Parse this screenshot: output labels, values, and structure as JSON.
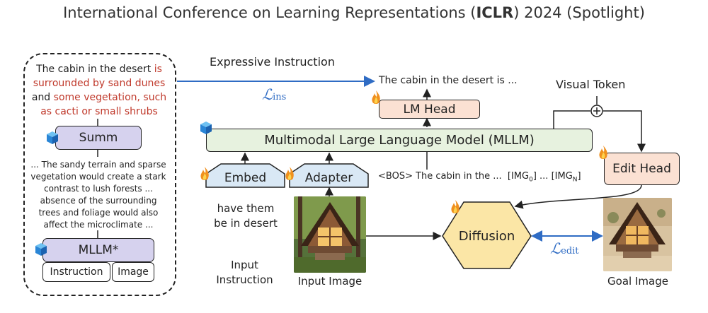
{
  "header": {
    "title_pre": "International Conference on Learning Representations (",
    "title_bold": "ICLR",
    "title_post": ") 2024 (Spotlight)"
  },
  "left_panel": {
    "caption_normal1": "The cabin in the desert ",
    "caption_red1": "is surrounded by sand dunes",
    "caption_normal2": " and ",
    "caption_red2": "some vegetation, such as cacti or small shrubs",
    "summ_label": "Summ",
    "long_text": "... The sandy terrain and sparse vegetation would create a stark contrast to lush forests ... absence of the surrounding trees and foliage would also affect the microclimate ...",
    "mllm_star_label": "MLLM*",
    "instruction_tab": "Instruction",
    "image_tab": "Image"
  },
  "labels": {
    "expressive_instruction": "Expressive Instruction",
    "loss_ins_symbol": "ℒ",
    "loss_ins_sub": "ins",
    "output_text": "The cabin in the desert is ...",
    "lm_head": "LM Head",
    "visual_token": "Visual Token",
    "mllm": "Multimodal Large Language Model (MLLM)",
    "embed": "Embed",
    "adapter": "Adapter",
    "input_sequence": "<BOS> The cabin in the ...",
    "img0_base": "[IMG",
    "img0_sub": "0",
    "img0_close": "]",
    "dots": "...",
    "imgn_base": "[IMG",
    "imgn_sub": "N",
    "imgn_close": "]",
    "edit_head": "Edit Head",
    "have_them": "have them",
    "be_in_desert": "be in desert",
    "input_instruction_1": "Input",
    "input_instruction_2": "Instruction",
    "input_image": "Input Image",
    "diffusion": "Diffusion",
    "loss_edit_symbol": "ℒ",
    "loss_edit_sub": "edit",
    "goal_image": "Goal Image"
  },
  "colors": {
    "red_text": "#c0392b",
    "loss_blue": "#2f6cc4",
    "lavender": "#d6d2ee",
    "peach": "#fbe1d3",
    "green": "#e7f2df",
    "blue_box": "#d9e8f5",
    "diffusion": "#fbe6a6"
  },
  "icons": [
    "flame-icon",
    "snowflake-cube-icon",
    "plus-circle-icon"
  ]
}
